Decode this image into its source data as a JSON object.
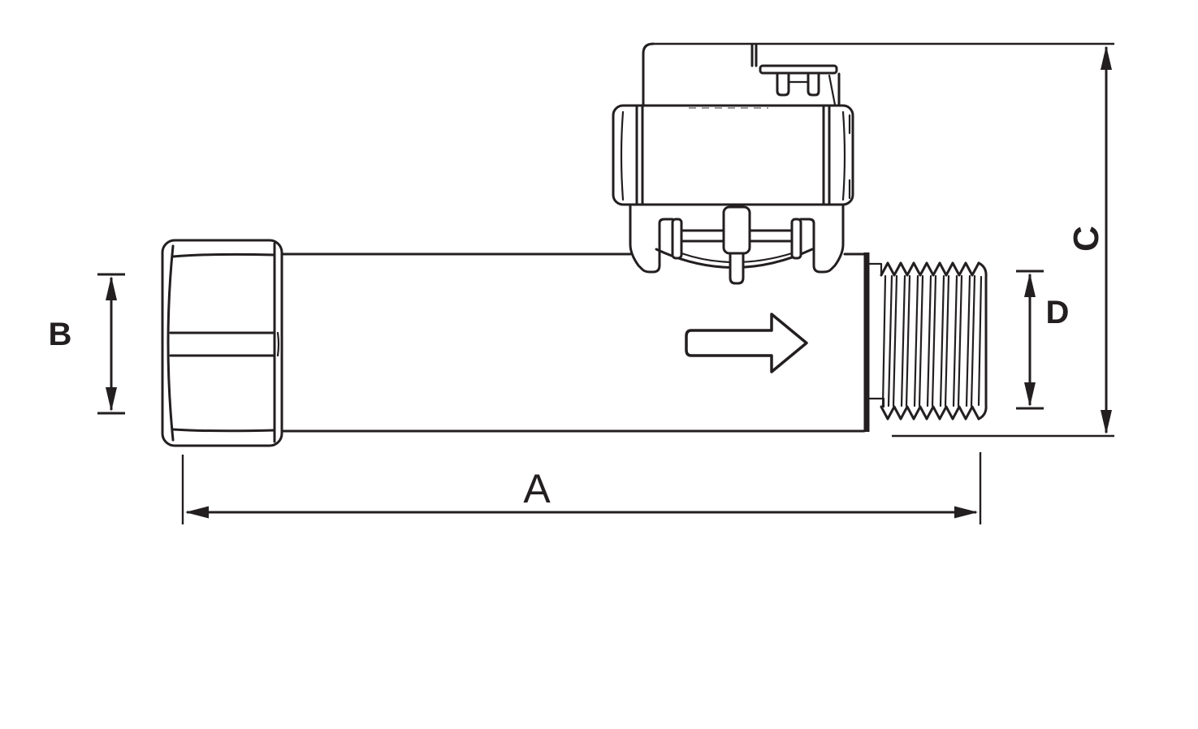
{
  "drawing": {
    "subject": "Safety relief valve side-view technical drawing with dimension callouts",
    "colors": {
      "line": "#231f20",
      "background": "#ffffff"
    },
    "labels": {
      "a": "A",
      "b": "B",
      "c": "C",
      "d": "D"
    },
    "flow_arrow_direction": "right"
  }
}
